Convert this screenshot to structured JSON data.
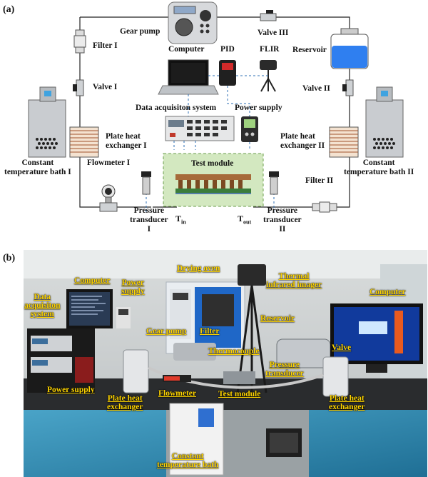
{
  "panel_a": {
    "letter": "(a)",
    "labels": {
      "gear_pump": "Gear pump",
      "valve_iii": "Valve III",
      "filter_i": "Filter  I",
      "computer": "Computer",
      "pid": "PID",
      "flir": "FLIR",
      "reservoir": "Reservoir",
      "valve_i": "Valve I",
      "valve_ii": "Valve II",
      "data_acq": "Data acquisiton system",
      "power_supply": "Power supply",
      "plate_hx_i": [
        "Plate heat",
        "exchanger I"
      ],
      "plate_hx_ii": [
        "Plate heat",
        "exchanger II"
      ],
      "const_bath_i": [
        "Constant",
        "temperature bath I"
      ],
      "const_bath_ii": [
        "Constant",
        "temperature bath  II"
      ],
      "flowmeter_i": "Flowmeter I",
      "test_module": "Test module",
      "filter_ii": "Filter II",
      "pressure_i": [
        "Pressure",
        "transducer",
        "I"
      ],
      "pressure_ii": [
        "Pressure",
        "transducer",
        "II"
      ],
      "t_in": "T",
      "t_in_sub": "in",
      "t_out": "T",
      "t_out_sub": "out"
    }
  },
  "panel_b": {
    "letter": "(b)",
    "labels": {
      "computer_left": "Computer",
      "power_supply_top": [
        "Power",
        "supply"
      ],
      "data_acq": [
        "Data",
        "acquisiton",
        "system"
      ],
      "drying_oven": "Drying oven",
      "thermal_imager": [
        "Thermal",
        "infrared imager"
      ],
      "computer_right": "Computer",
      "gear_pump": "Gear pump",
      "filter": "Filter",
      "reservoir": "Reservoir",
      "thermocouple": "Thermocouple",
      "valve": "Valve",
      "pressure_transducer": [
        "Pressure",
        "transducer"
      ],
      "power_supply_bottom": "Power supply",
      "flowmeter": "Flowmeter",
      "test_module": "Test module",
      "plate_hx_left": [
        "Plate heat",
        "exchanger"
      ],
      "plate_hx_right": [
        "Plate heat",
        "exchanger"
      ],
      "const_bath": [
        "Constant",
        "temperature bath"
      ]
    }
  }
}
